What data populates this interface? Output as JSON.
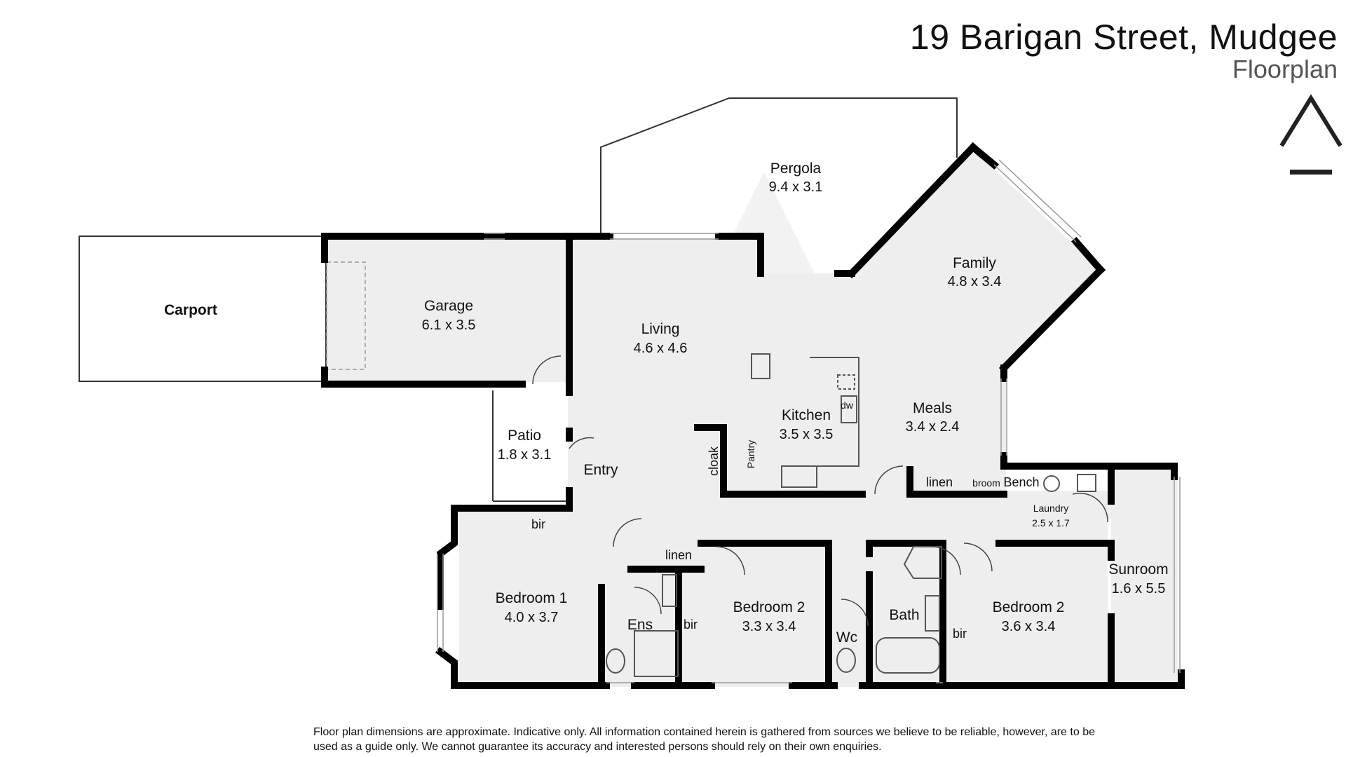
{
  "header": {
    "title": "19 Barigan Street, Mudgee",
    "subtitle": "Floorplan"
  },
  "colors": {
    "wall": "#000000",
    "floor": "#eeeeee",
    "accent_mark": "#222222"
  },
  "rooms": {
    "carport": {
      "name": "Carport"
    },
    "garage": {
      "name": "Garage",
      "dims": "6.1 x 3.5"
    },
    "pergola": {
      "name": "Pergola",
      "dims": "9.4 x 3.1"
    },
    "family": {
      "name": "Family",
      "dims": "4.8 x 3.4"
    },
    "living": {
      "name": "Living",
      "dims": "4.6 x 4.6"
    },
    "kitchen": {
      "name": "Kitchen",
      "dims": "3.5 x 3.5"
    },
    "meals": {
      "name": "Meals",
      "dims": "3.4 x 2.4"
    },
    "patio": {
      "name": "Patio",
      "dims": "1.8 x 3.1"
    },
    "entry": {
      "name": "Entry"
    },
    "cloak": {
      "name": "cloak"
    },
    "pantry": {
      "name": "Pantry"
    },
    "dw": {
      "name": "dw"
    },
    "linen_hall": {
      "name": "linen"
    },
    "broom": {
      "name": "broom"
    },
    "bench": {
      "name": "Bench"
    },
    "laundry": {
      "name": "Laundry",
      "dims": "2.5 x 1.7"
    },
    "sunroom": {
      "name": "Sunroom",
      "dims": "1.6 x 5.5"
    },
    "bir_master": {
      "name": "bir"
    },
    "bedroom1": {
      "name": "Bedroom 1",
      "dims": "4.0 x 3.7"
    },
    "linen_ens": {
      "name": "linen"
    },
    "ens": {
      "name": "Ens"
    },
    "bir_bed2a": {
      "name": "bir"
    },
    "bedroom2a": {
      "name": "Bedroom 2",
      "dims": "3.3 x 3.4"
    },
    "wc": {
      "name": "Wc"
    },
    "bath": {
      "name": "Bath"
    },
    "bir_bed2b": {
      "name": "bir"
    },
    "bedroom2b": {
      "name": "Bedroom 2",
      "dims": "3.6 x 3.4"
    }
  },
  "disclaimer": "Floor plan dimensions are approximate. Indicative only. All information contained herein is gathered from sources we believe to be reliable, however, are to be used as a guide only. We cannot guarantee its accuracy and interested persons should rely on their own enquiries."
}
